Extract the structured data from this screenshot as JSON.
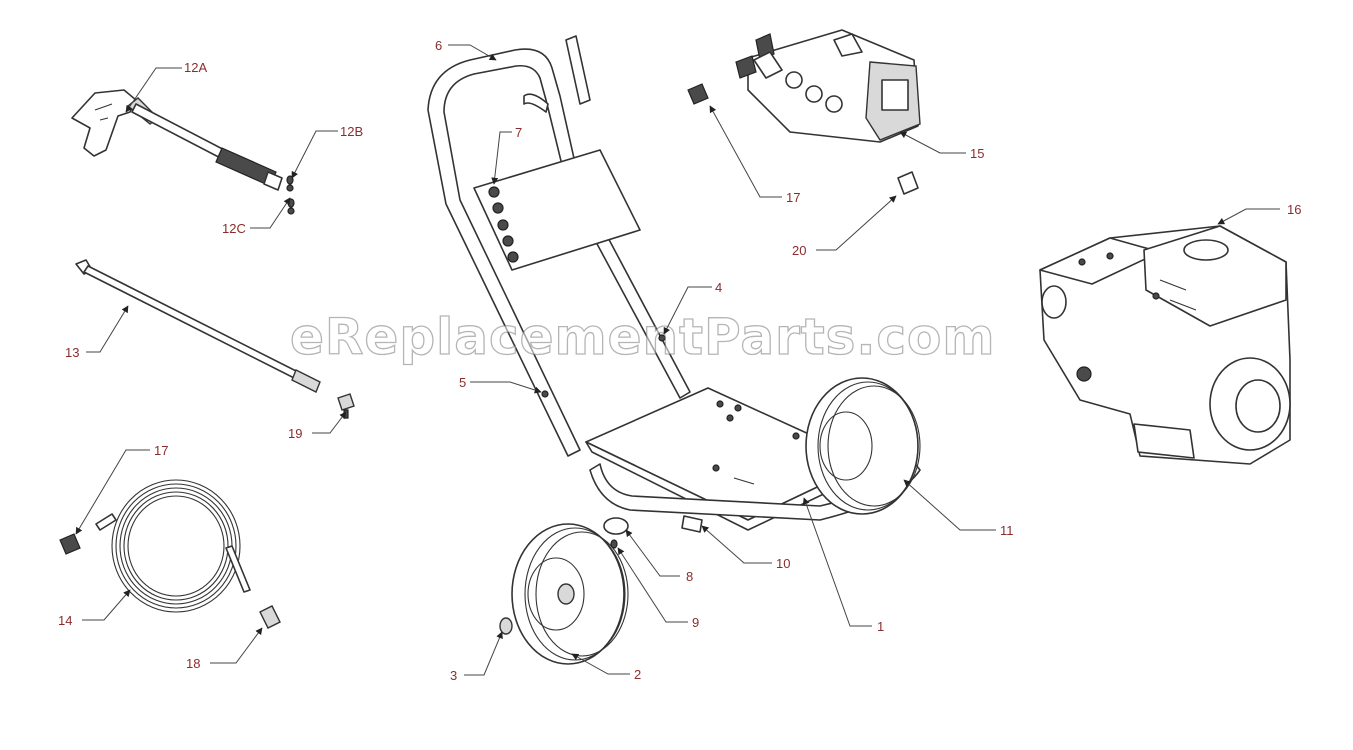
{
  "watermark": "eReplacementParts.com",
  "colors": {
    "callout_text": "#8a2d2d",
    "line_art": "#333333",
    "background": "#ffffff"
  },
  "callouts": [
    {
      "id": "c-12a",
      "label": "12A"
    },
    {
      "id": "c-12b",
      "label": "12B"
    },
    {
      "id": "c-12c",
      "label": "12C"
    },
    {
      "id": "c-13",
      "label": "13"
    },
    {
      "id": "c-19",
      "label": "19"
    },
    {
      "id": "c-17a",
      "label": "17"
    },
    {
      "id": "c-14",
      "label": "14"
    },
    {
      "id": "c-18",
      "label": "18"
    },
    {
      "id": "c-6",
      "label": "6"
    },
    {
      "id": "c-7",
      "label": "7"
    },
    {
      "id": "c-4",
      "label": "4"
    },
    {
      "id": "c-5",
      "label": "5"
    },
    {
      "id": "c-3",
      "label": "3"
    },
    {
      "id": "c-2",
      "label": "2"
    },
    {
      "id": "c-8",
      "label": "8"
    },
    {
      "id": "c-9",
      "label": "9"
    },
    {
      "id": "c-10",
      "label": "10"
    },
    {
      "id": "c-1",
      "label": "1"
    },
    {
      "id": "c-11",
      "label": "11"
    },
    {
      "id": "c-17b",
      "label": "17"
    },
    {
      "id": "c-15",
      "label": "15"
    },
    {
      "id": "c-20",
      "label": "20"
    },
    {
      "id": "c-16",
      "label": "16"
    }
  ]
}
